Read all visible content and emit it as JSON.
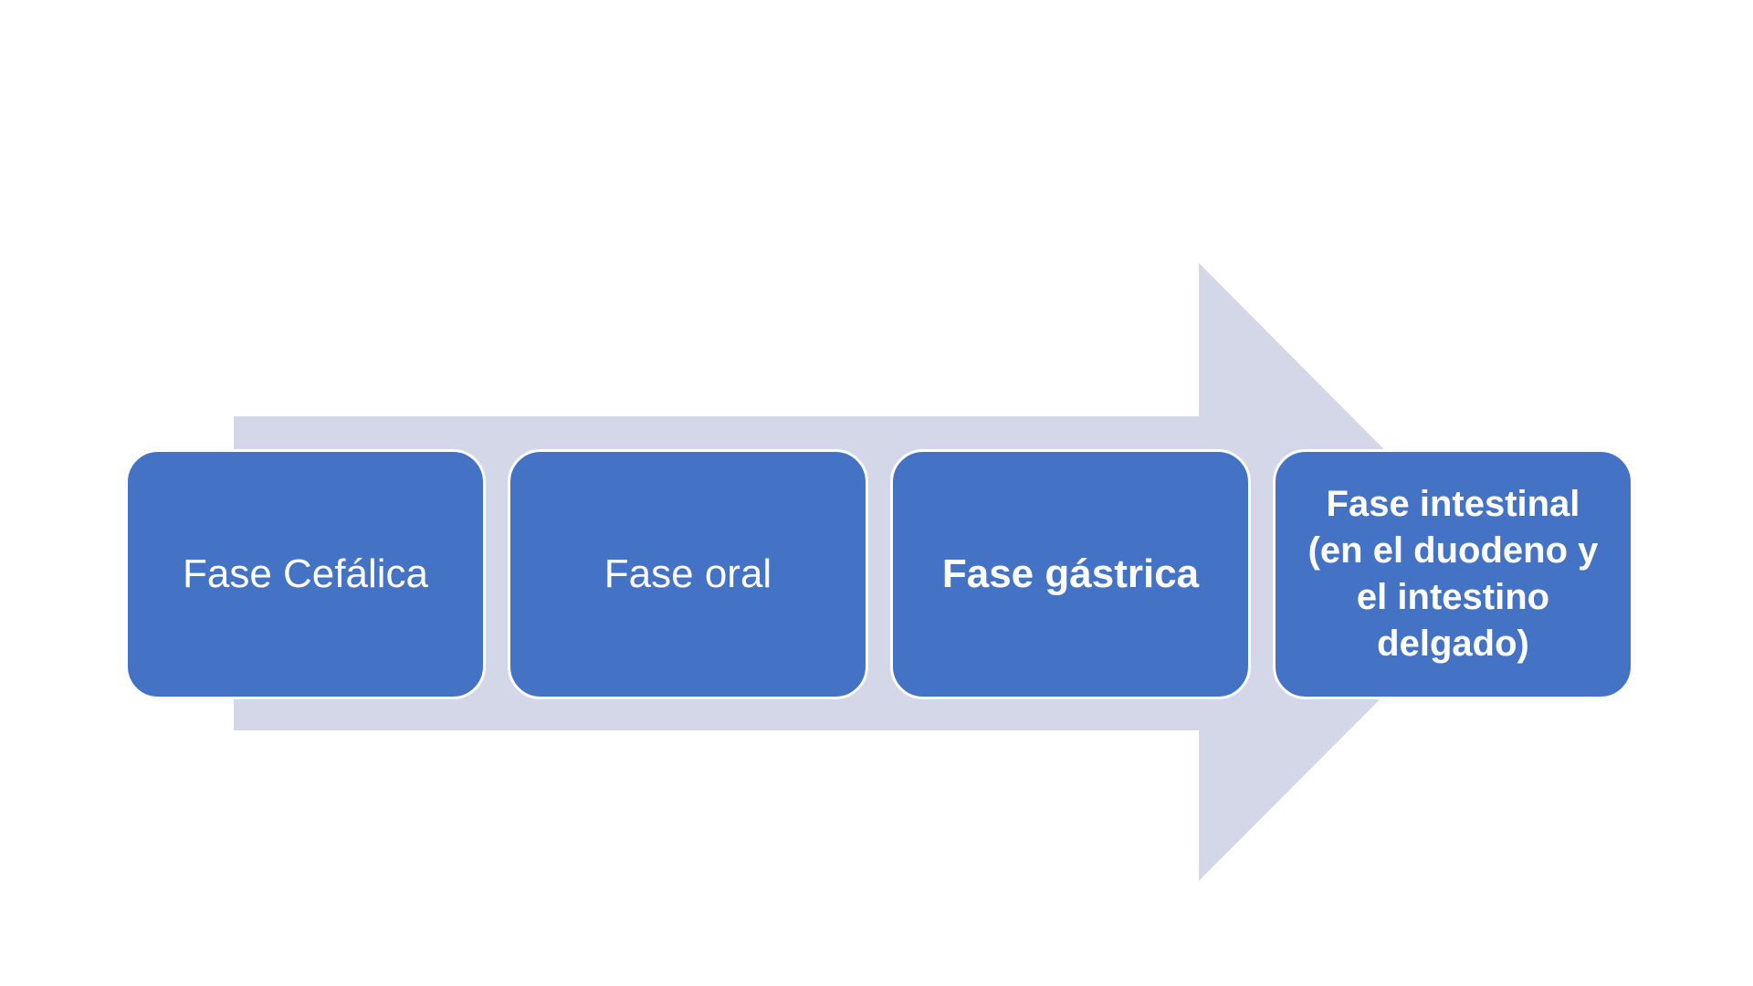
{
  "diagram": {
    "kind": "horizontal-process-arrow",
    "background_color": "#FFFFFF",
    "arrow": {
      "name": "process-flow-arrow",
      "direction": "right",
      "fill": "#D3D7E7"
    },
    "box_style": {
      "fill": "#4472C4",
      "border_color": "#FFFFFF",
      "text_color": "#FFFFFF"
    },
    "boxes": [
      {
        "label": "Fase Cefálica",
        "bold": false
      },
      {
        "label": "Fase oral",
        "bold": false
      },
      {
        "label": "Fase gástrica",
        "bold": true
      },
      {
        "label": "Fase intestinal\n(en el duodeno y\nel intestino\ndelgado)",
        "bold": true
      }
    ]
  }
}
